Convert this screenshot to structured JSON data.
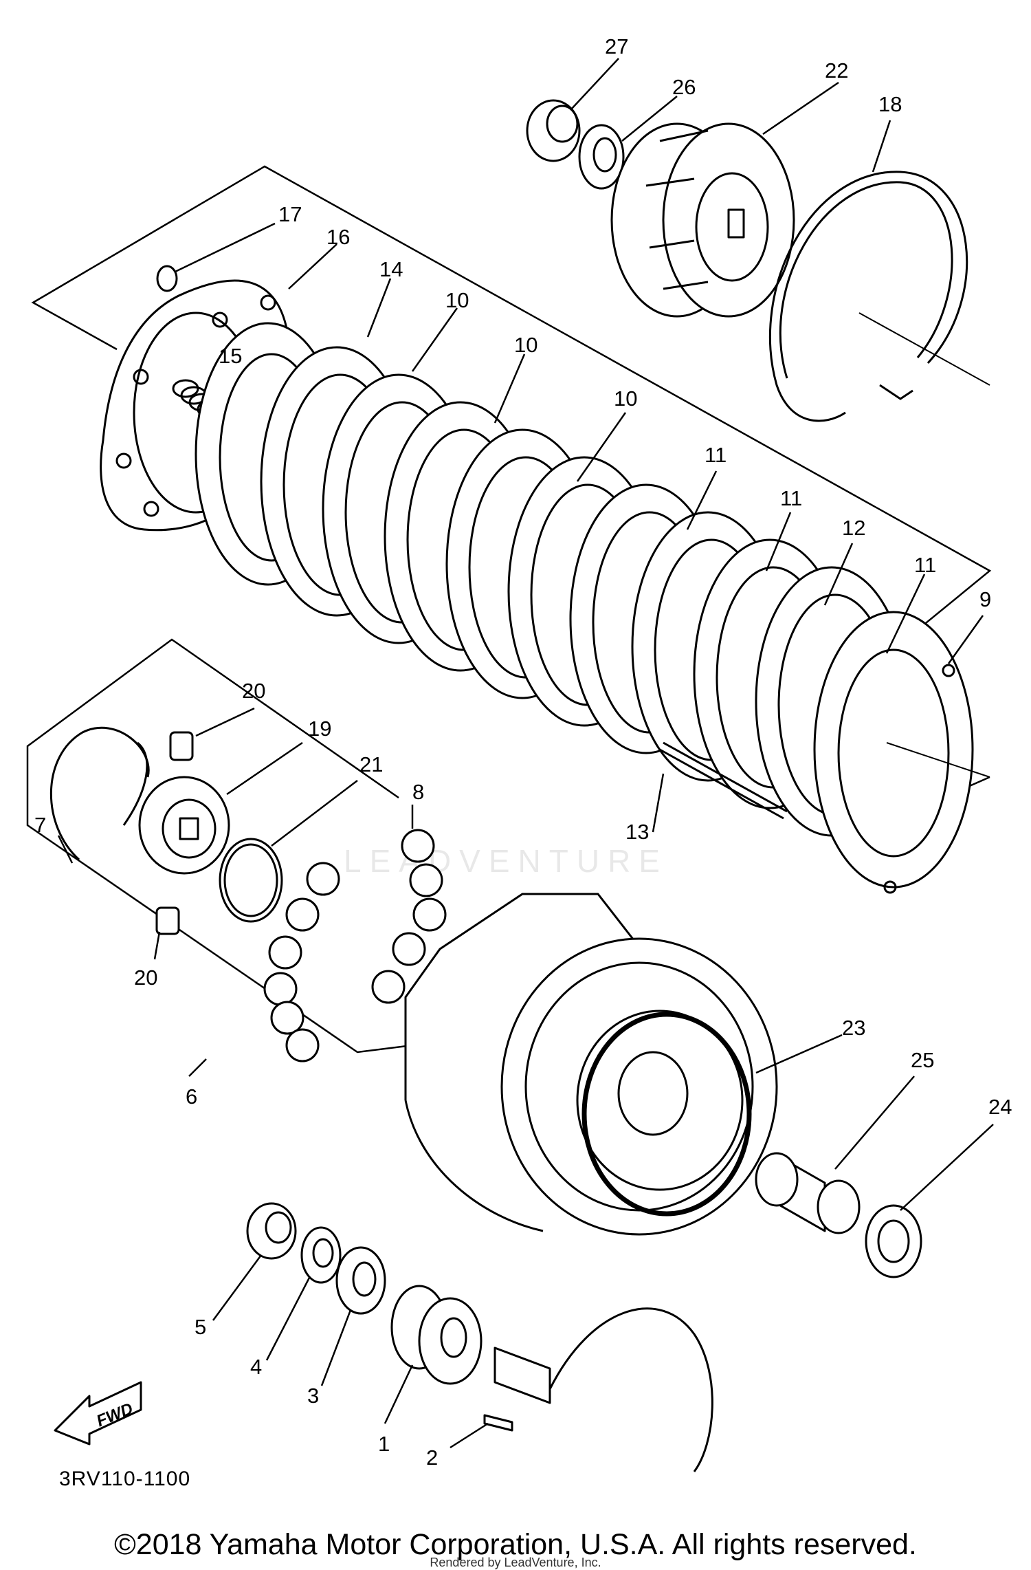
{
  "labels": {
    "l27": "27",
    "l26": "26",
    "l22": "22",
    "l18": "18",
    "l17": "17",
    "l16": "16",
    "l14": "14",
    "l15": "15",
    "l10a": "10",
    "l10b": "10",
    "l10c": "10",
    "l11a": "11",
    "l11b": "11",
    "l11c": "11",
    "l12": "12",
    "l9": "9",
    "l20a": "20",
    "l19": "19",
    "l21": "21",
    "l8": "8",
    "l7": "7",
    "l20b": "20",
    "l13": "13",
    "l6": "6",
    "l23": "23",
    "l25": "25",
    "l24": "24",
    "l5": "5",
    "l4": "4",
    "l3": "3",
    "l1": "1",
    "l2": "2"
  },
  "fwd_label": "FWD",
  "diagram_code": "3RV110-1100",
  "copyright": "©2018 Yamaha Motor Corporation, U.S.A. All rights reserved.",
  "rendered_by": "Rendered by LeadVenture, Inc.",
  "watermark": "LEADVENTURE"
}
